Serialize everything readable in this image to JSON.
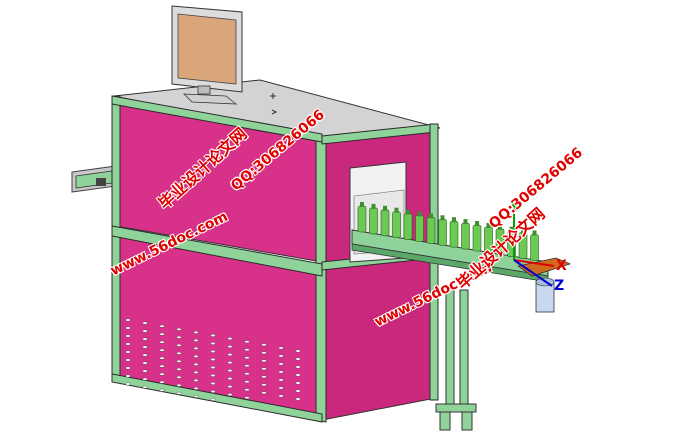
{
  "watermarks": {
    "site_1": "www.56doc.com",
    "site_2": "www.56doc.com",
    "title_1": "毕业设计论文网",
    "title_2": "毕业设计论文网",
    "qq_1": "QQ:306826066",
    "qq_2": "QQ:306826066"
  },
  "triad": {
    "x_label": "X",
    "y_label": "Y",
    "z_label": "Z"
  },
  "colors": {
    "panel_magenta": "#d8318a",
    "frame_green": "#8fd39a",
    "top_gray": "#cfcfcf",
    "monitor_screen": "#d9a57a",
    "watermark_red": "#e00000",
    "bottle_green": "#6acb52",
    "axis_x": "#e00000",
    "axis_y": "#00a000",
    "axis_z": "#0000d0"
  }
}
